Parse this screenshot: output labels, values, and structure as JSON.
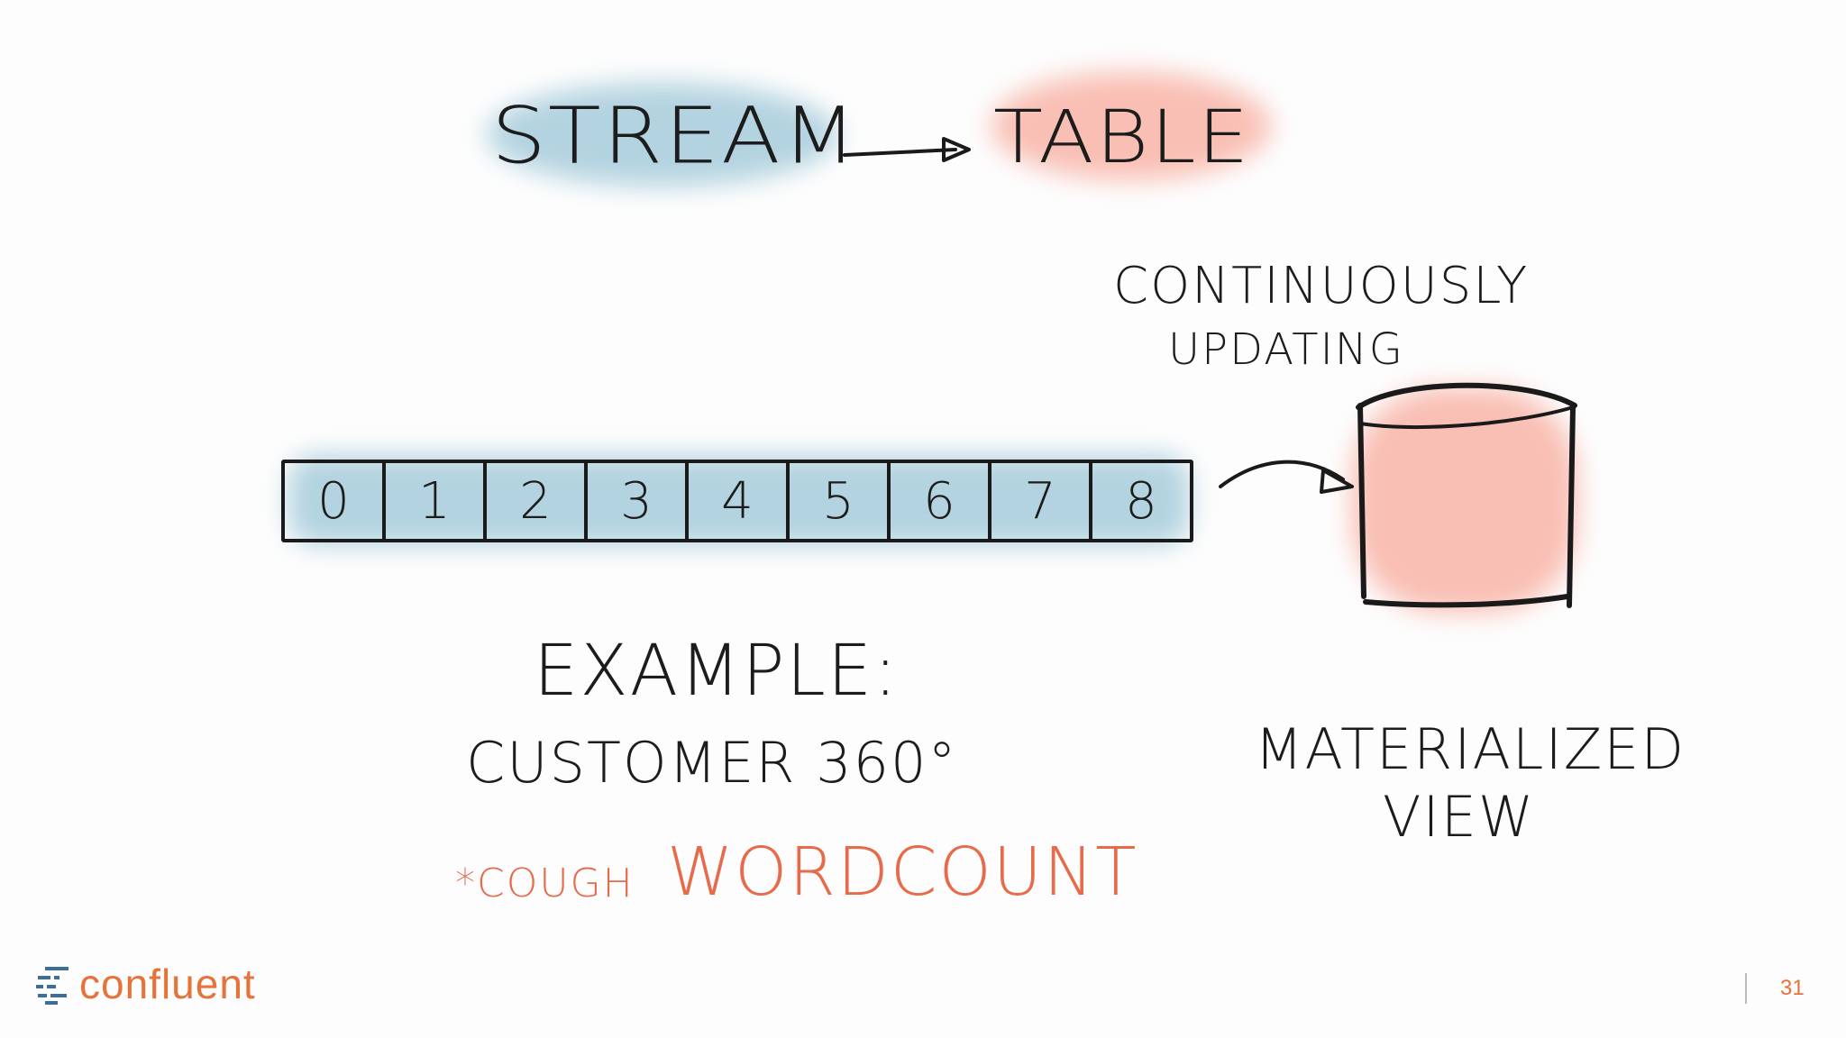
{
  "title": {
    "stream": "Stream",
    "table": "Table"
  },
  "table_caption": {
    "line1": "Continuously",
    "line2": "updating"
  },
  "stream_cells": [
    "0",
    "1",
    "2",
    "3",
    "4",
    "5",
    "6",
    "7",
    "8"
  ],
  "example": {
    "heading": "Example:",
    "line": "Customer 360°",
    "cough": "*cough",
    "wordcount": "WordCount"
  },
  "view_caption": {
    "line1": "Materialized",
    "line2": "View"
  },
  "footer": {
    "logo": "confluent",
    "page": "31"
  },
  "colors": {
    "stream_blue": "#76b0c8",
    "table_red": "#f68c78",
    "accent_orange": "#e76a4a"
  }
}
